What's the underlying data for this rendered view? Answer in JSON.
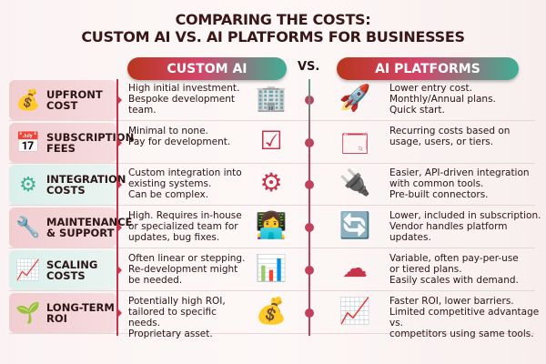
{
  "title": {
    "line1": "COMPARING THE COSTS:",
    "line2": "CUSTOM AI VS. AI PLATFORMS FOR BUSINESSES"
  },
  "headers": {
    "left": "CUSTOM AI",
    "vs": "VS.",
    "right": "AI PLATFORMS"
  },
  "colors": {
    "accent_red": "#c8344a",
    "accent_teal": "#3fae94",
    "title": "#3a1616"
  },
  "rows": [
    {
      "label": "UPFRONT\nCOST",
      "icon": "money-bags-icon",
      "custom": "High initial investment.\nBespoke development\nteam.",
      "custom_icon": "office-team-icon",
      "platform": "Lower entry cost.\nMonthly/Annual plans.\nQuick start.",
      "platform_icon": "rocket-desk-icon"
    },
    {
      "label": "SUBSCRIPTION\nFEES",
      "icon": "calendar-dollar-icon",
      "custom": "Minimal to none.\nPay for development.",
      "custom_icon": "checklist-icon",
      "platform": "Recurring costs based on\nusage, users, or tiers.",
      "platform_icon": "pricing-windows-icon"
    },
    {
      "label": "INTEGRATION\nCOSTS",
      "icon": "network-gear-icon",
      "custom": "Custom integration into\nexisting systems.\nCan be complex.",
      "custom_icon": "gears-hand-icon",
      "platform": "Easier, API-driven integration\nwith common tools.\nPre-built connectors.",
      "platform_icon": "plug-cloud-icon"
    },
    {
      "label": "MAINTENANCE\n& SUPPORT",
      "icon": "wrench-screwdriver-icon",
      "custom": "High. Requires in-house\nor specialized team for\nupdates, bug fixes.",
      "custom_icon": "support-agent-icon",
      "platform": "Lower, included in subscription.\nVendor handles platform\nupdates.",
      "platform_icon": "gears-refresh-icon"
    },
    {
      "label": "SCALING\nCOSTS",
      "icon": "growth-chart-icon",
      "custom": "Often linear or stepping.\nRe-development might\nbe needed.",
      "custom_icon": "bar-chart-arrow-icon",
      "platform": "Variable, often pay-per-use\nor tiered plans.\nEasily scales with demand.",
      "platform_icon": "cloud-curve-chart-icon"
    },
    {
      "label": "LONG-TERM\nROI",
      "icon": "coin-plant-icon",
      "custom": "Potentially high ROI,\ntailored to specific needs.\nProprietary asset.",
      "custom_icon": "money-bag-chart-icon",
      "platform": "Faster ROI, lower barriers.\nLimited competitive advantage vs.\ncompetitors using same tools.",
      "platform_icon": "bar-chart-up-icon"
    }
  ]
}
